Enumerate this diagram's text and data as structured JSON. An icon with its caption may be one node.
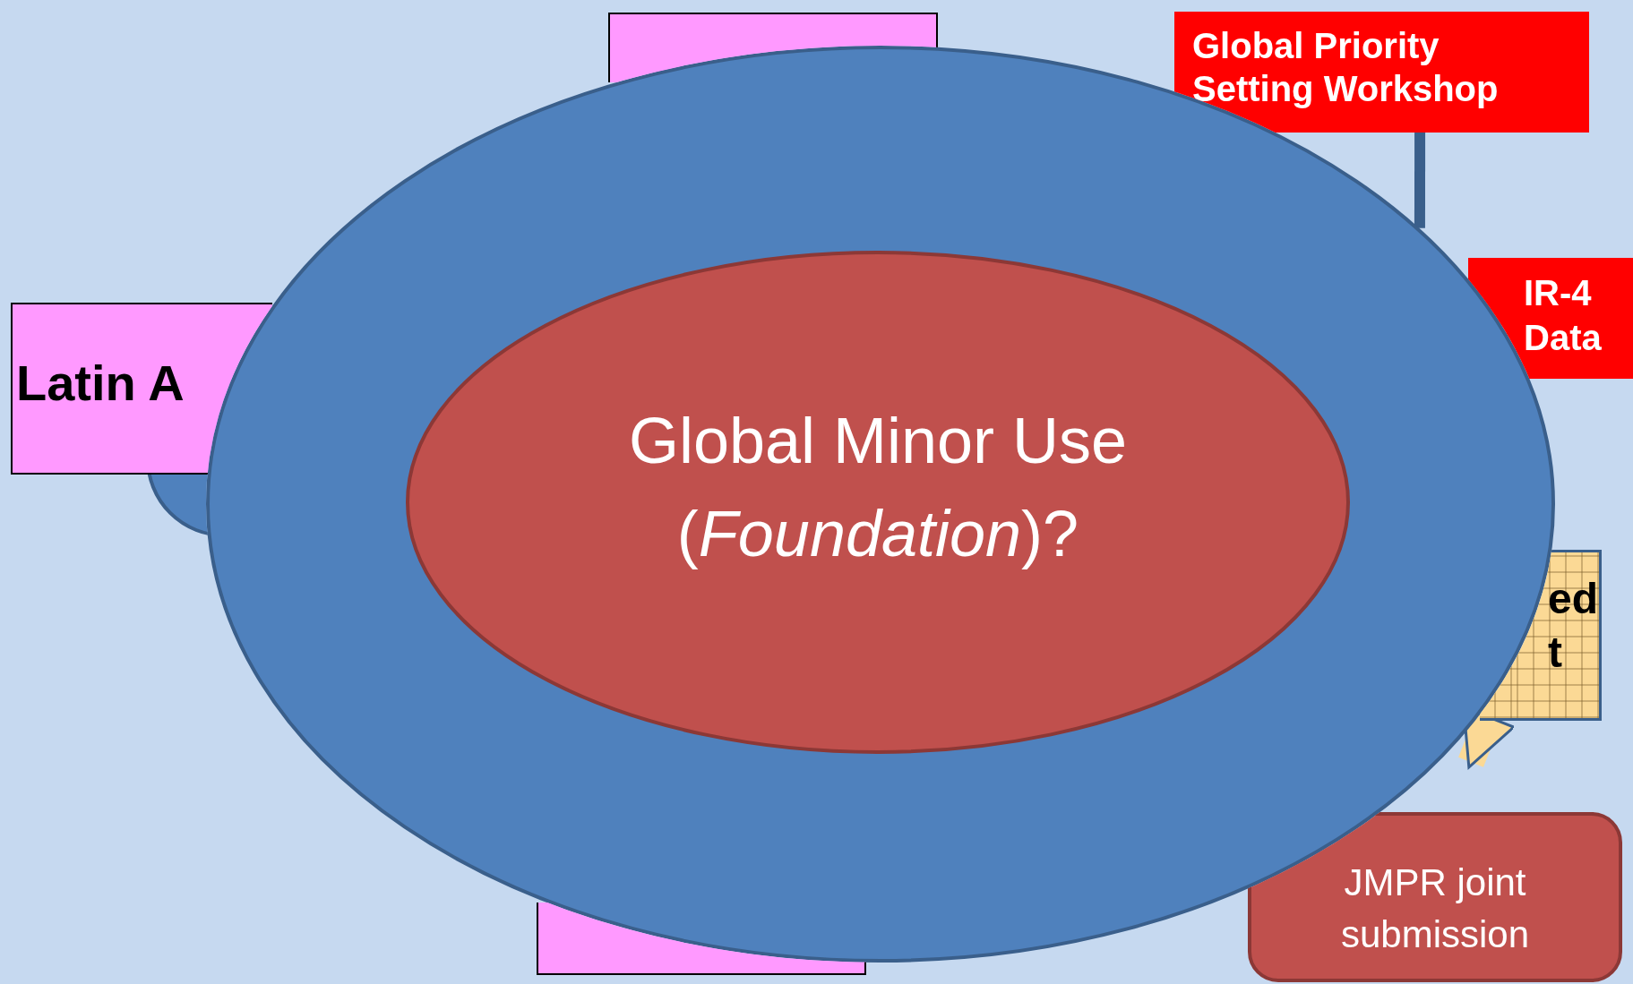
{
  "diagram": {
    "nodes": [
      {
        "text": [],
        "shape": "box"
      },
      {
        "text": [
          "Global Priority Setting Workshop"
        ]
      },
      {
        "text": [
          "Latin A"
        ]
      },
      {
        "text": [],
        "shape": "circle"
      },
      {
        "text": [
          "IR-4 Data"
        ]
      },
      {
        "text": [],
        "shape": "ellipse"
      },
      {
        "text": [
          "Global Minor Use (*Foundation*)?"
        ],
        "in": 5
      },
      {
        "text": [
          "ed t"
        ]
      },
      {
        "text": [
          "JMPR joint submission"
        ]
      },
      {
        "text": [],
        "shape": "box"
      }
    ],
    "edges": [
      {
        "from": 1,
        "to": 5,
        "arrow": "none"
      },
      {
        "from": 7,
        "to": 8,
        "arrow": "to",
        "style": "thick",
        "color": "#fbd995"
      }
    ]
  }
}
